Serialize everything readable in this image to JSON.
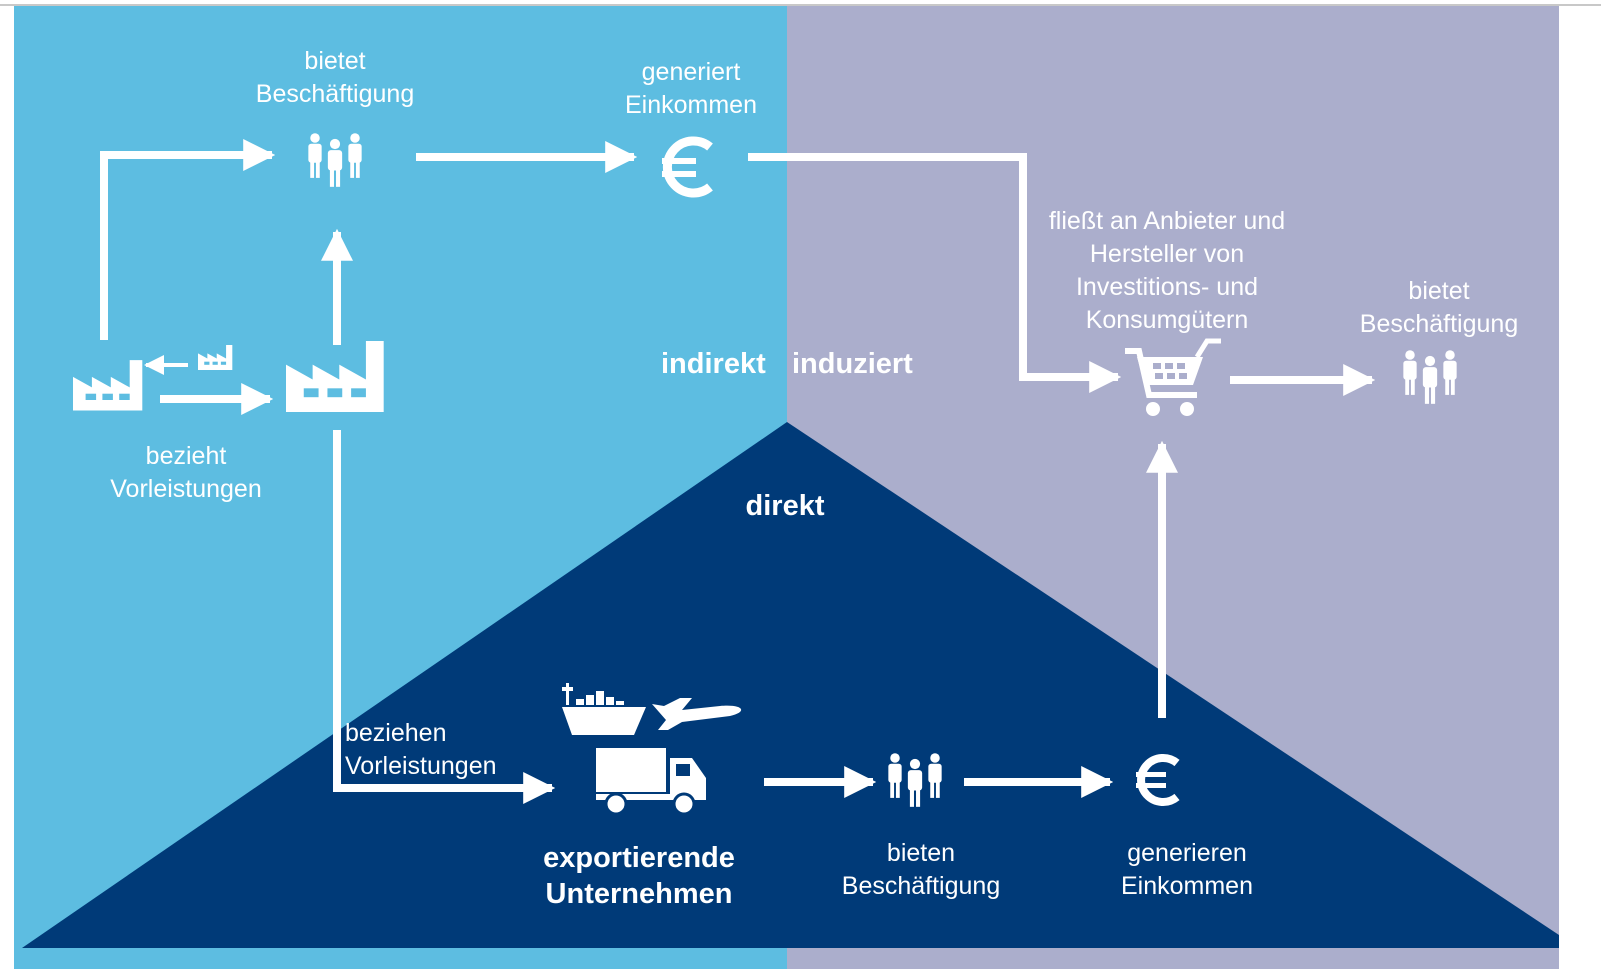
{
  "colors": {
    "indirect_bg": "#5dbde1",
    "induced_bg": "#abaecc",
    "direct_bg": "#003a78",
    "foreground": "#ffffff"
  },
  "zones": {
    "indirect": "indirekt",
    "induced": "induziert",
    "direct": "direkt"
  },
  "labels": {
    "indirect_employment": [
      "bietet",
      "Beschäftigung"
    ],
    "indirect_income": [
      "generiert",
      "Einkommen"
    ],
    "suppliers_inputs": [
      "bezieht",
      "Vorleistungen"
    ],
    "flows_to_vendors": [
      "fließt an Anbieter und",
      "Hersteller von",
      "Investitions-  und",
      "Konsumgütern"
    ],
    "induced_employment": [
      "bietet",
      "Beschäftigung"
    ],
    "exporters_inputs": [
      "beziehen",
      "Vorleistungen"
    ],
    "exporters": [
      "exportierende",
      "Unternehmen"
    ],
    "direct_employment": [
      "bieten",
      "Beschäftigung"
    ],
    "direct_income": [
      "generieren",
      "Einkommen"
    ]
  },
  "icons": [
    "factory-small-icon",
    "factory-tiny-icon",
    "factory-large-icon",
    "people-group-icon",
    "euro-icon",
    "shopping-cart-icon",
    "ship-icon",
    "airplane-icon",
    "truck-icon"
  ]
}
